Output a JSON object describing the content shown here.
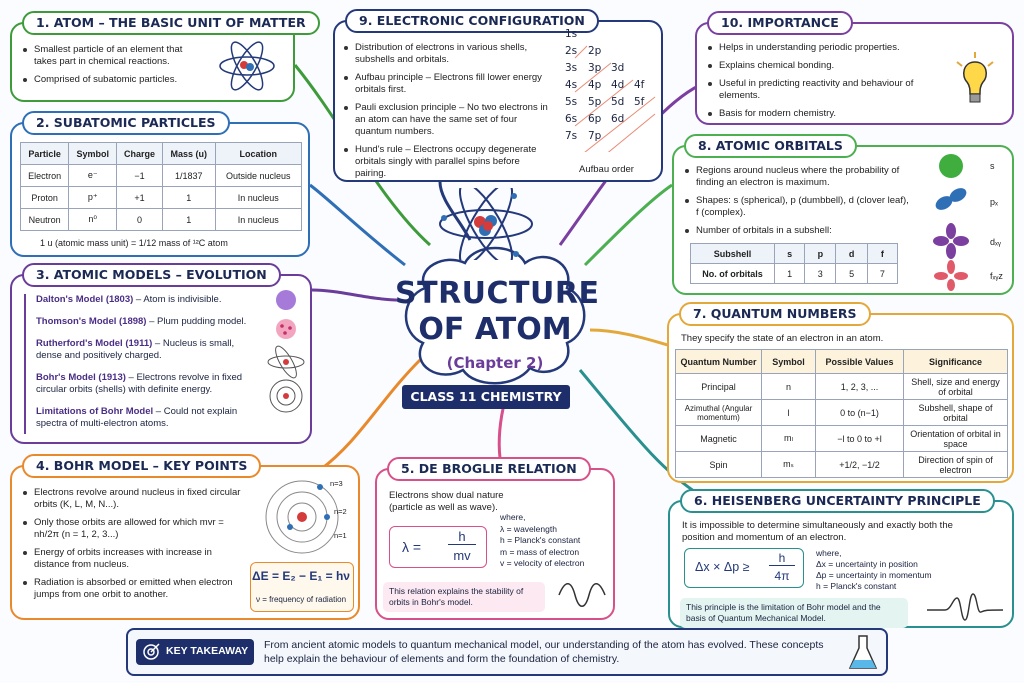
{
  "center": {
    "title_line1": "STRUCTURE",
    "title_line2": "OF ATOM",
    "chapter": "(Chapter 2)",
    "banner": "CLASS 11 CHEMISTRY"
  },
  "atom": {
    "title": "1. ATOM – THE BASIC UNIT OF MATTER",
    "points": [
      "Smallest particle of an element that takes part in chemical reactions.",
      "Comprised of subatomic particles."
    ]
  },
  "subatomic": {
    "title": "2. SUBATOMIC PARTICLES",
    "headers": [
      "Particle",
      "Symbol",
      "Charge",
      "Mass (u)",
      "Location"
    ],
    "rows": [
      [
        "Electron",
        "e⁻",
        "−1",
        "1/1837",
        "Outside nucleus"
      ],
      [
        "Proton",
        "p⁺",
        "+1",
        "1",
        "In nucleus"
      ],
      [
        "Neutron",
        "n⁰",
        "0",
        "1",
        "In nucleus"
      ]
    ],
    "note": "1 u (atomic mass unit) = 1/12 mass of ¹²C atom"
  },
  "models": {
    "title": "3. ATOMIC MODELS – EVOLUTION",
    "items": [
      {
        "name": "Dalton's Model (1803)",
        "desc": " – Atom is indivisible."
      },
      {
        "name": "Thomson's Model (1898)",
        "desc": " – Plum pudding model."
      },
      {
        "name": "Rutherford's Model (1911)",
        "desc": " – Nucleus is small, dense and positively charged."
      },
      {
        "name": "Bohr's Model (1913)",
        "desc": " – Electrons revolve in fixed circular orbits (shells) with definite energy."
      },
      {
        "name": "Limitations of Bohr Model",
        "desc": " – Could not explain spectra of multi-electron atoms."
      }
    ]
  },
  "bohr": {
    "title": "4. BOHR MODEL – KEY POINTS",
    "points": [
      "Electrons revolve around nucleus in fixed circular orbits (K, L, M, N...).",
      "Only those orbits are allowed for which mvr = nh/2π (n = 1, 2, 3...)",
      "Energy of orbits increases with increase in distance from nucleus.",
      "Radiation is absorbed or emitted when electron jumps from one orbit to another."
    ],
    "orbit_labels": [
      "n=3",
      "n=2",
      "n=1"
    ],
    "formula": "ΔE = E₂ − E₁ = hν",
    "formula_note": "ν = frequency of radiation"
  },
  "debroglie": {
    "title": "5. DE BROGLIE RELATION",
    "intro": "Electrons show dual nature (particle as well as wave).",
    "formula_lhs": "λ =",
    "formula_num": "h",
    "formula_den": "mv",
    "where": "where,",
    "defs": [
      "λ = wavelength",
      "h = Planck's constant",
      "m = mass of electron",
      "v = velocity of electron"
    ],
    "note": "This relation explains the stability of orbits in Bohr's model."
  },
  "heisenberg": {
    "title": "6. HEISENBERG UNCERTAINTY PRINCIPLE",
    "intro": "It is impossible to determine simultaneously and exactly both the position and momentum of an electron.",
    "formula_lhs": "Δx × Δp ≥",
    "formula_num": "h",
    "formula_den": "4π",
    "where": "where,",
    "defs": [
      "Δx = uncertainty in position",
      "Δp = uncertainty in momentum",
      "h = Planck's constant"
    ],
    "note": "This principle is the limitation of Bohr model and the basis of Quantum Mechanical Model."
  },
  "quantum": {
    "title": "7. QUANTUM NUMBERS",
    "intro": "They specify the state of an electron in an atom.",
    "headers": [
      "Quantum Number",
      "Symbol",
      "Possible Values",
      "Significance"
    ],
    "rows": [
      [
        "Principal",
        "n",
        "1, 2, 3, ...",
        "Shell, size and energy of orbital"
      ],
      [
        "Azimuthal (Angular momentum)",
        "l",
        "0 to (n−1)",
        "Subshell, shape of orbital"
      ],
      [
        "Magnetic",
        "mₗ",
        "−l to 0 to +l",
        "Orientation of orbital in space"
      ],
      [
        "Spin",
        "mₛ",
        "+1/2, −1/2",
        "Direction of spin of electron"
      ]
    ]
  },
  "orbitals": {
    "title": "8. ATOMIC ORBITALS",
    "points": [
      "Regions around nucleus where the probability of finding an electron is maximum.",
      "Shapes: s (spherical), p (dumbbell), d (clover leaf), f (complex).",
      "Number of orbitals in a subshell:"
    ],
    "table_headers": [
      "Subshell",
      "s",
      "p",
      "d",
      "f"
    ],
    "table_row": [
      "No. of orbitals",
      "1",
      "3",
      "5",
      "7"
    ],
    "shape_labels": [
      "s",
      "pₓ",
      "dₓᵧ",
      "fₓᵧz"
    ]
  },
  "config": {
    "title": "9. ELECTRONIC CONFIGURATION",
    "points": [
      "Distribution of electrons in various shells, subshells and orbitals.",
      "Aufbau principle – Electrons fill lower energy orbitals first.",
      "Pauli exclusion principle – No two electrons in an atom can have the same set of four quantum numbers.",
      "Hund's rule – Electrons occupy degenerate orbitals singly with parallel spins before pairing."
    ],
    "aufbau_rows": [
      [
        "1s"
      ],
      [
        "2s",
        "2p"
      ],
      [
        "3s",
        "3p",
        "3d"
      ],
      [
        "4s",
        "4p",
        "4d",
        "4f"
      ],
      [
        "5s",
        "5p",
        "5d",
        "5f"
      ],
      [
        "6s",
        "6p",
        "6d"
      ],
      [
        "7s",
        "7p"
      ]
    ],
    "aufbau_label": "Aufbau order"
  },
  "importance": {
    "title": "10. IMPORTANCE",
    "points": [
      "Helps in understanding periodic properties.",
      "Explains chemical bonding.",
      "Useful in predicting reactivity and behaviour of elements.",
      "Basis for modern chemistry."
    ]
  },
  "takeaway": {
    "label": "KEY TAKEAWAY",
    "text": "From ancient atomic models to quantum mechanical model, our understanding of the atom has evolved. These concepts help explain the behaviour of elements and form the foundation of chemistry."
  },
  "colors": {
    "green": "#3e9b3a",
    "blue": "#2f6fb5",
    "purple": "#6a3d9a",
    "orange": "#e8892b",
    "pink": "#d8508a",
    "teal": "#2a8f8f",
    "gold": "#e3a83a",
    "lime": "#4caf50",
    "navy": "#23397a",
    "violet": "#7b3fa0"
  }
}
